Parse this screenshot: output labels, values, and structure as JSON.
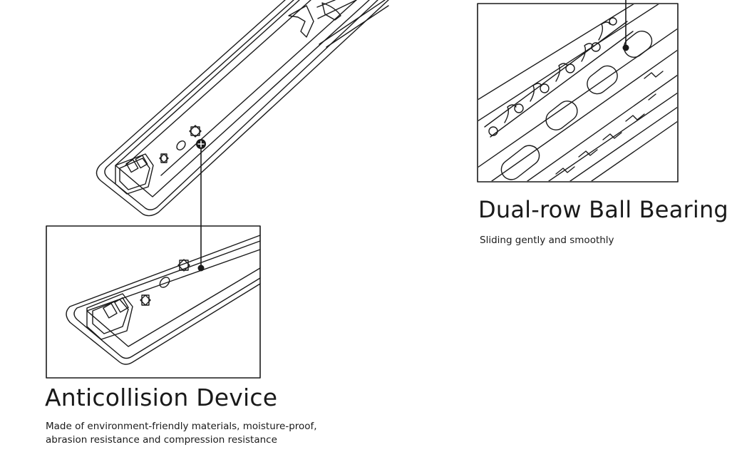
{
  "features": [
    {
      "id": "anticollision",
      "title": "Anticollision Device",
      "description_lines": [
        "Made of environment-friendly materials, moisture-proof,",
        "abrasion resistance and compression resistance"
      ]
    },
    {
      "id": "bearing",
      "title": "Dual-row Ball Bearing",
      "description_lines": [
        "Sliding gently and smoothly"
      ]
    }
  ],
  "colors": {
    "ink": "#1a1a1a",
    "background": "#ffffff"
  }
}
